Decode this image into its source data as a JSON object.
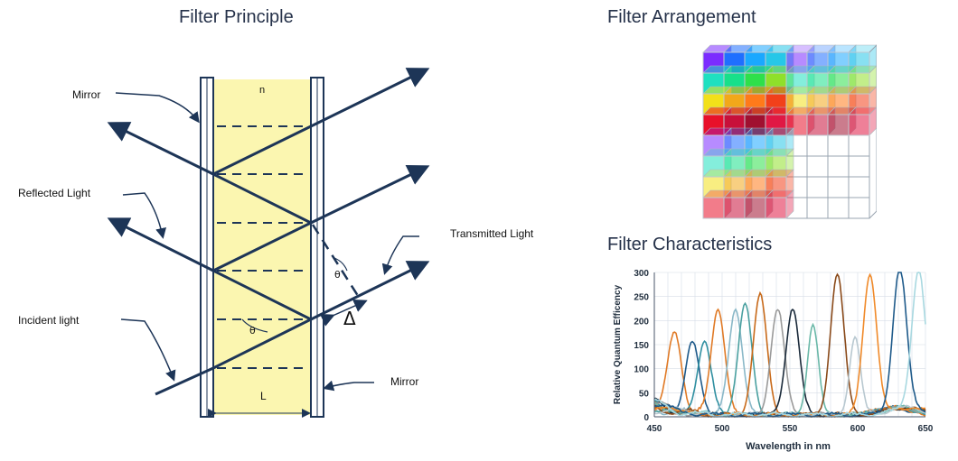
{
  "titles": {
    "principle": "Filter Principle",
    "arrangement": "Filter Arrangement",
    "characteristics": "Filter Characteristics"
  },
  "labels": {
    "mirror_top": "Mirror",
    "reflected": "Reflected Light",
    "incident": "Incident light",
    "transmitted": "Transmitted Light",
    "mirror_bottom": "Mirror",
    "n": "n",
    "L": "L",
    "theta": "θ",
    "delta": "Δ"
  },
  "colors": {
    "cavity": "#fbf6b0",
    "arrow": "#1d3557",
    "mirror": "#ffffff"
  },
  "mosaic": {
    "rows": [
      [
        "#7b2cff",
        "#1f6fff",
        "#1aa8ff",
        "#26c7e8"
      ],
      [
        "#1fe0c0",
        "#17e08a",
        "#2ee04a",
        "#8fe02a"
      ],
      [
        "#f2e01a",
        "#f2a81a",
        "#ff7a1a",
        "#f2401a"
      ],
      [
        "#e8102a",
        "#c8103a",
        "#a01030",
        "#e01844"
      ]
    ]
  },
  "chart_data": {
    "type": "line",
    "xlabel": "Wavelength in nm",
    "ylabel": "Relative Quantum Efficency",
    "xlim": [
      450,
      650
    ],
    "ylim": [
      0,
      300
    ],
    "x_ticks": [
      450,
      500,
      550,
      600,
      650
    ],
    "y_ticks": [
      0,
      50,
      100,
      150,
      200,
      250,
      300
    ],
    "grid": true,
    "series": [
      {
        "peak": 465,
        "height": 157,
        "width": 5,
        "color": "#e07a26"
      },
      {
        "peak": 478,
        "height": 150,
        "width": 5,
        "color": "#1e5a8a"
      },
      {
        "peak": 487,
        "height": 150,
        "width": 5,
        "color": "#2f8fa0"
      },
      {
        "peak": 497,
        "height": 222,
        "width": 5,
        "color": "#e07a26"
      },
      {
        "peak": 510,
        "height": 220,
        "width": 5,
        "color": "#8ab8c8"
      },
      {
        "peak": 517,
        "height": 228,
        "width": 5,
        "color": "#4aa0a0"
      },
      {
        "peak": 528,
        "height": 248,
        "width": 5,
        "color": "#c86a1a"
      },
      {
        "peak": 541,
        "height": 218,
        "width": 5,
        "color": "#9a9a9a"
      },
      {
        "peak": 552,
        "height": 220,
        "width": 5,
        "color": "#1a2a3a"
      },
      {
        "peak": 567,
        "height": 188,
        "width": 4,
        "color": "#6ab8a8"
      },
      {
        "peak": 585,
        "height": 292,
        "width": 5,
        "color": "#8a4a1a"
      },
      {
        "peak": 598,
        "height": 162,
        "width": 4,
        "color": "#b8c8d0"
      },
      {
        "peak": 609,
        "height": 293,
        "width": 5,
        "color": "#f08a2a"
      },
      {
        "peak": 631,
        "height": 292,
        "width": 5,
        "color": "#1e5a8a"
      },
      {
        "peak": 645,
        "height": 288,
        "width": 5,
        "color": "#a8d8e0"
      }
    ]
  }
}
